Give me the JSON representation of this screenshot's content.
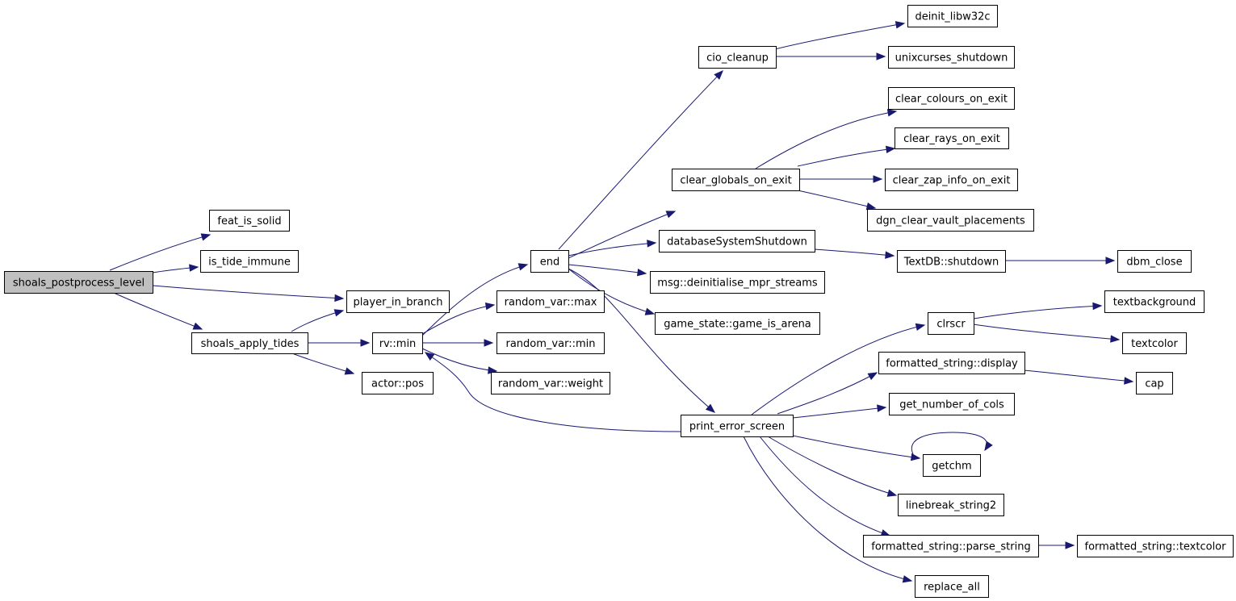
{
  "diagram": {
    "type": "call-graph",
    "colors": {
      "edge": "#191970",
      "node_border": "#000000",
      "node_fill": "#ffffff",
      "root_fill": "#bfbfbf",
      "background": "#ffffff"
    },
    "nodes": {
      "shoals_postprocess_level": "shoals_postprocess_level",
      "feat_is_solid": "feat_is_solid",
      "is_tide_immune": "is_tide_immune",
      "player_in_branch": "player_in_branch",
      "shoals_apply_tides": "shoals_apply_tides",
      "actor_pos": "actor::pos",
      "rv_min": "rv::min",
      "random_var_max": "random_var::max",
      "random_var_min": "random_var::min",
      "random_var_weight": "random_var::weight",
      "end": "end",
      "cio_cleanup": "cio_cleanup",
      "deinit_libw32c": "deinit_libw32c",
      "unixcurses_shutdown": "unixcurses_shutdown",
      "clear_globals_on_exit": "clear_globals_on_exit",
      "clear_colours_on_exit": "clear_colours_on_exit",
      "clear_rays_on_exit": "clear_rays_on_exit",
      "clear_zap_info_on_exit": "clear_zap_info_on_exit",
      "dgn_clear_vault_placements": "dgn_clear_vault_placements",
      "databaseSystemShutdown": "databaseSystemShutdown",
      "textdb_shutdown": "TextDB::shutdown",
      "dbm_close": "dbm_close",
      "msg_deinitialise_mpr_streams": "msg::deinitialise_mpr_streams",
      "game_state_game_is_arena": "game_state::game_is_arena",
      "print_error_screen": "print_error_screen",
      "clrscr": "clrscr",
      "textbackground": "textbackground",
      "textcolor": "textcolor",
      "formatted_string_display": "formatted_string::display",
      "cap": "cap",
      "get_number_of_cols": "get_number_of_cols",
      "getchm": "getchm",
      "linebreak_string2": "linebreak_string2",
      "formatted_string_parse_string": "formatted_string::parse_string",
      "formatted_string_textcolor": "formatted_string::textcolor",
      "replace_all": "replace_all"
    },
    "edges": [
      [
        "shoals_postprocess_level",
        "feat_is_solid"
      ],
      [
        "shoals_postprocess_level",
        "is_tide_immune"
      ],
      [
        "shoals_postprocess_level",
        "player_in_branch"
      ],
      [
        "shoals_postprocess_level",
        "shoals_apply_tides"
      ],
      [
        "shoals_apply_tides",
        "player_in_branch"
      ],
      [
        "shoals_apply_tides",
        "rv_min"
      ],
      [
        "shoals_apply_tides",
        "actor_pos"
      ],
      [
        "rv_min",
        "end"
      ],
      [
        "rv_min",
        "random_var_max"
      ],
      [
        "rv_min",
        "random_var_min"
      ],
      [
        "rv_min",
        "random_var_weight"
      ],
      [
        "end",
        "cio_cleanup"
      ],
      [
        "end",
        "clear_globals_on_exit"
      ],
      [
        "end",
        "databaseSystemShutdown"
      ],
      [
        "end",
        "msg_deinitialise_mpr_streams"
      ],
      [
        "end",
        "game_state_game_is_arena"
      ],
      [
        "end",
        "print_error_screen"
      ],
      [
        "cio_cleanup",
        "deinit_libw32c"
      ],
      [
        "cio_cleanup",
        "unixcurses_shutdown"
      ],
      [
        "clear_globals_on_exit",
        "clear_colours_on_exit"
      ],
      [
        "clear_globals_on_exit",
        "clear_rays_on_exit"
      ],
      [
        "clear_globals_on_exit",
        "clear_zap_info_on_exit"
      ],
      [
        "clear_globals_on_exit",
        "dgn_clear_vault_placements"
      ],
      [
        "databaseSystemShutdown",
        "textdb_shutdown"
      ],
      [
        "textdb_shutdown",
        "dbm_close"
      ],
      [
        "print_error_screen",
        "rv_min"
      ],
      [
        "print_error_screen",
        "clrscr"
      ],
      [
        "print_error_screen",
        "formatted_string_display"
      ],
      [
        "print_error_screen",
        "get_number_of_cols"
      ],
      [
        "print_error_screen",
        "getchm"
      ],
      [
        "print_error_screen",
        "linebreak_string2"
      ],
      [
        "print_error_screen",
        "formatted_string_parse_string"
      ],
      [
        "print_error_screen",
        "replace_all"
      ],
      [
        "clrscr",
        "textbackground"
      ],
      [
        "clrscr",
        "textcolor"
      ],
      [
        "formatted_string_display",
        "cap"
      ],
      [
        "getchm",
        "getchm"
      ],
      [
        "formatted_string_parse_string",
        "formatted_string_textcolor"
      ]
    ]
  }
}
